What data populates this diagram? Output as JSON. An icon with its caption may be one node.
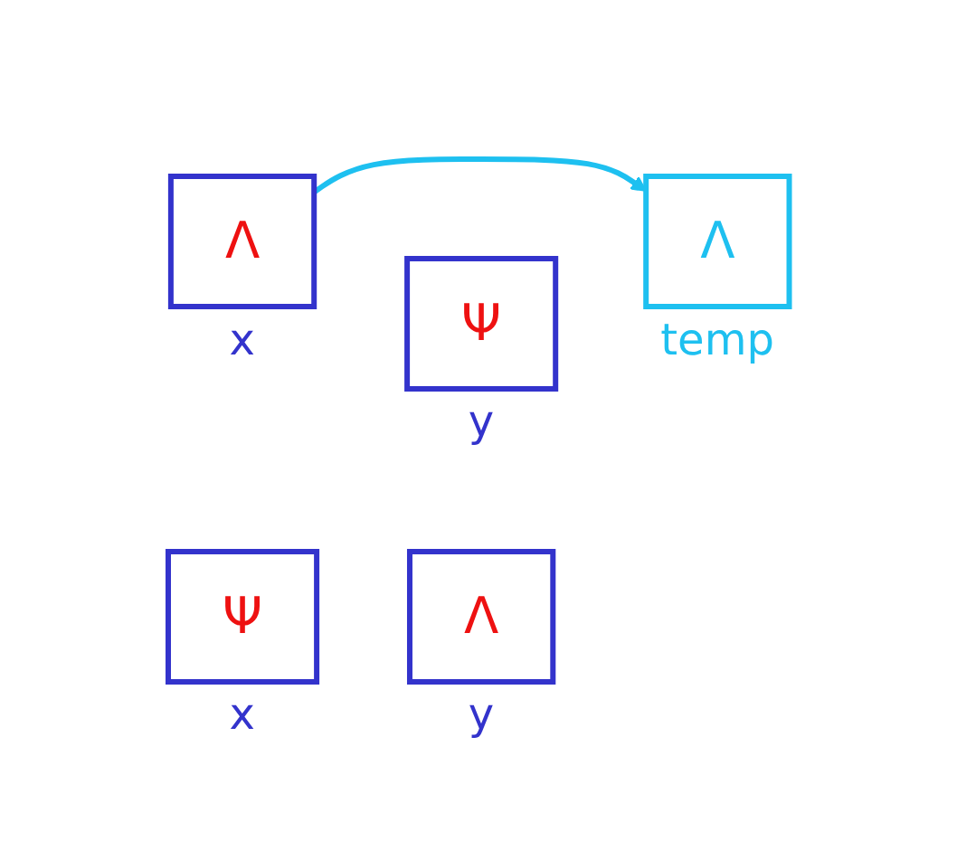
{
  "diagram": {
    "nodes": [
      {
        "text": [
          "Λ"
        ],
        "beside": [
          "x"
        ]
      },
      {
        "text": [
          "Ψ"
        ],
        "beside": [
          "y"
        ]
      },
      {
        "text": [
          "Λ"
        ],
        "beside": [
          "temp"
        ]
      },
      {
        "text": [
          "Ψ"
        ],
        "beside": [
          "x"
        ]
      },
      {
        "text": [
          "Λ"
        ],
        "beside": [
          "y"
        ]
      }
    ],
    "edges": [
      {
        "from": 0,
        "to": 2,
        "arrow": "to"
      }
    ]
  }
}
